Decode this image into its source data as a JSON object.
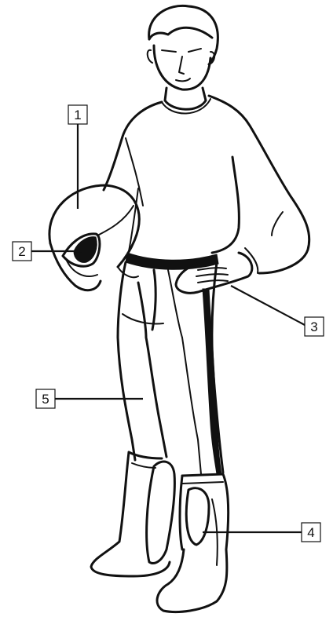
{
  "callouts": [
    {
      "id": "1",
      "label": "1"
    },
    {
      "id": "2",
      "label": "2"
    },
    {
      "id": "3",
      "label": "3"
    },
    {
      "id": "4",
      "label": "4"
    },
    {
      "id": "5",
      "label": "5"
    }
  ],
  "colors": {
    "ink": "#111111",
    "background": "#ffffff"
  },
  "figure": "rider-wearing-protective-gear"
}
